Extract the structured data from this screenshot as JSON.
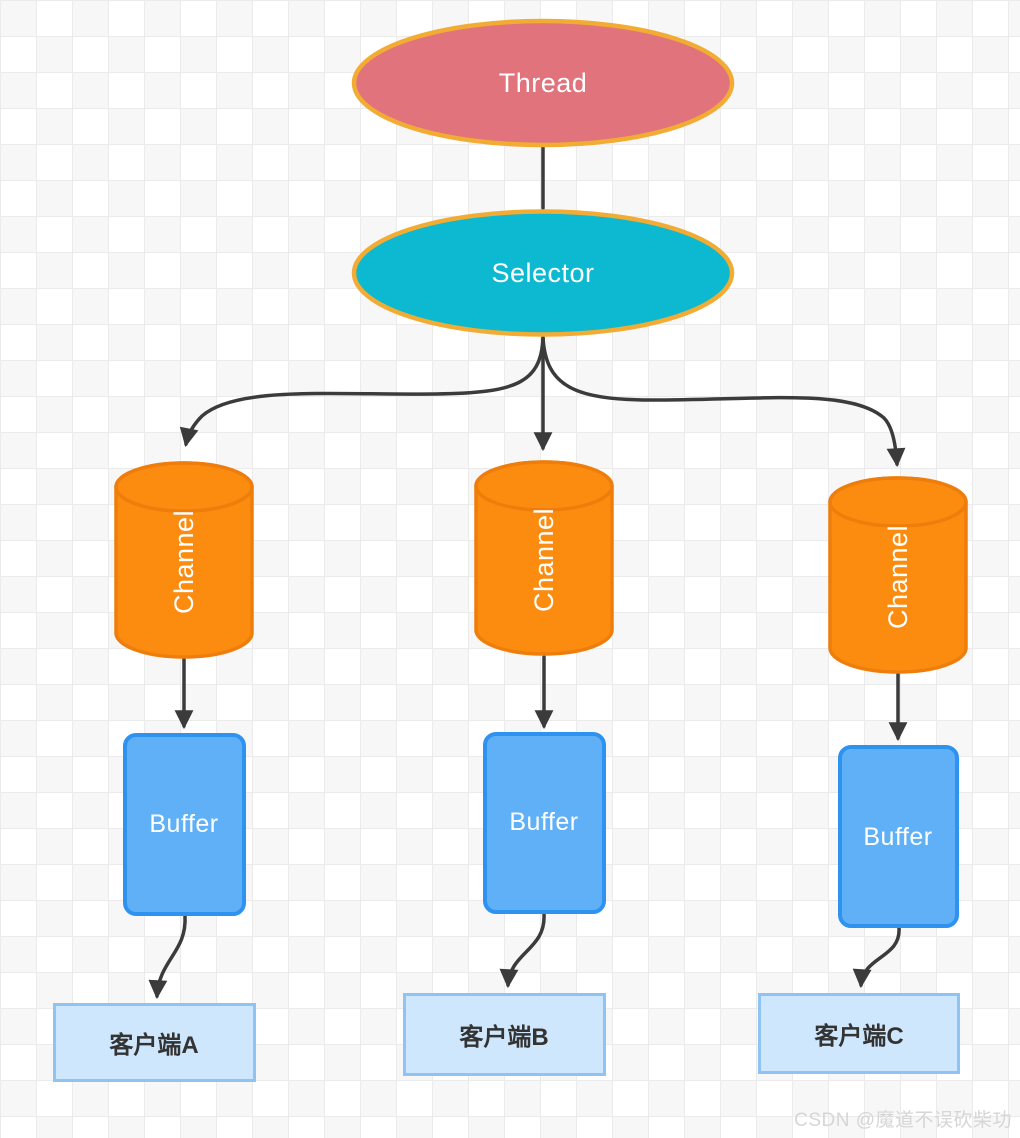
{
  "diagram": {
    "nodes": {
      "thread": {
        "label": "Thread",
        "shape": "ellipse"
      },
      "selector": {
        "label": "Selector",
        "shape": "ellipse"
      },
      "channels": [
        {
          "label": "Channel",
          "shape": "cylinder"
        },
        {
          "label": "Channel",
          "shape": "cylinder"
        },
        {
          "label": "Channel",
          "shape": "cylinder"
        }
      ],
      "buffers": [
        {
          "label": "Buffer",
          "shape": "rounded-rect"
        },
        {
          "label": "Buffer",
          "shape": "rounded-rect"
        },
        {
          "label": "Buffer",
          "shape": "rounded-rect"
        }
      ],
      "clients": [
        {
          "label": "客户端A",
          "shape": "rect"
        },
        {
          "label": "客户端B",
          "shape": "rect"
        },
        {
          "label": "客户端C",
          "shape": "rect"
        }
      ]
    },
    "edges": [
      "Thread -> Selector",
      "Selector -> Channel (left)",
      "Selector -> Channel (middle)",
      "Selector -> Channel (right)",
      "Channel -> Buffer (x3)",
      "Buffer -> 客户端 (x3)"
    ],
    "colors": {
      "thread_fill": "#E0737B",
      "ellipse_border": "#F2AC34",
      "selector_fill": "#0CB9D0",
      "channel_fill": "#FC8C10",
      "channel_border": "#EE7D0C",
      "buffer_fill": "#5FB0F7",
      "buffer_border": "#2E93F0",
      "client_fill": "#CEE7FC",
      "client_border": "#8FC3F3",
      "arrow": "#3B3B3B"
    },
    "watermark": "CSDN @魔道不误砍柴功"
  }
}
